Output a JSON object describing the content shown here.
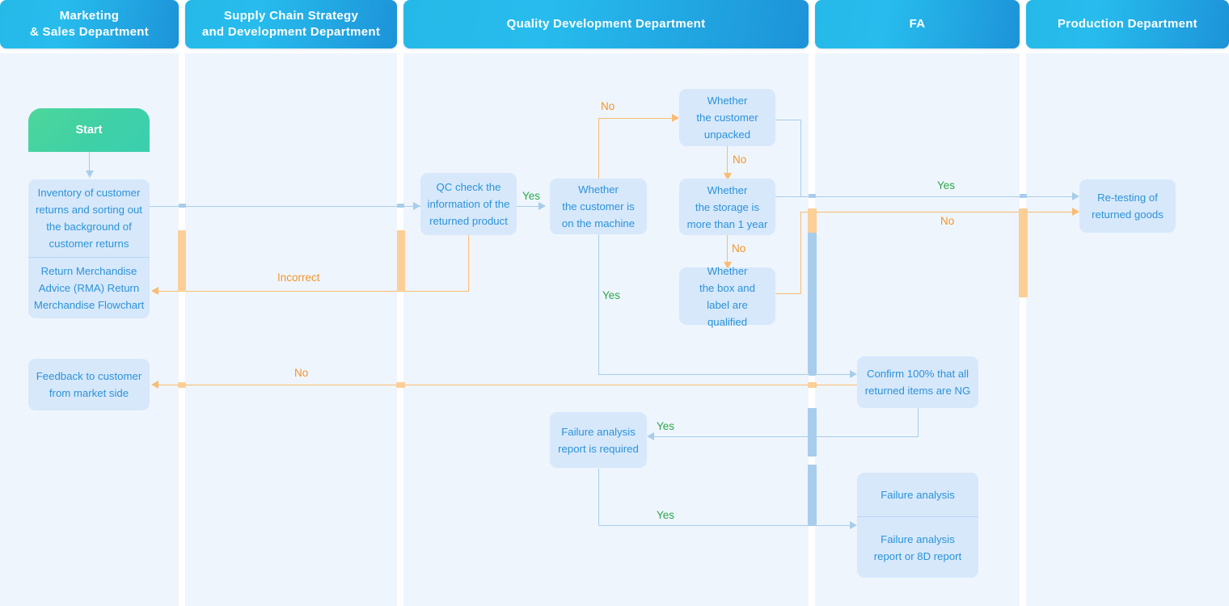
{
  "title": "Return Merchandise Advice (RMA) Return Merchandise Flowchart",
  "colors": {
    "lane_header_from": "#25b9e8",
    "lane_header_to": "#1d93d8",
    "lane_body": "#eff5fd",
    "node_fill": "#d7e8fb",
    "node_text": "#2b93d8",
    "start_fill": "#45d3a0",
    "flow_blue": "#a8cdec",
    "flow_orange": "#f9bc72",
    "yes_label": "#2ba84a",
    "no_label": "#f0962a"
  },
  "lanes": [
    {
      "id": "marketing",
      "title": "Marketing\n& Sales Department"
    },
    {
      "id": "supply",
      "title": "Supply Chain Strategy\nand Development Department"
    },
    {
      "id": "quality",
      "title": "Quality Development Department"
    },
    {
      "id": "fa",
      "title": "FA"
    },
    {
      "id": "production",
      "title": "Production Department"
    }
  ],
  "nodes": {
    "start": "Start",
    "inventory": "Inventory of customer\nreturns and sorting out\nthe background of\ncustomer returns",
    "rma": "Return Merchandise\nAdvice (RMA) Return\nMerchandise Flowchart",
    "feedback": "Feedback to customer\nfrom market side",
    "qc_check": "QC check the\ninformation of the\nreturned product",
    "on_machine": "Whether\nthe customer is\non the machine",
    "unpacked": "Whether\nthe customer\nunpacked",
    "storage": "Whether\nthe storage is\nmore than 1 year",
    "box_label": "Whether\nthe box and\nlabel are qualified",
    "confirm_ng": "Confirm 100% that all\nreturned items are NG",
    "fa_report_required": "Failure analysis\nreport is required",
    "failure_analysis": "Failure analysis",
    "fa_report_8d": "Failure analysis\nreport or 8D report",
    "retesting": "Re-testing of\nreturned goods"
  },
  "edge_labels": {
    "qc_yes": "Yes",
    "machine_no": "No",
    "machine_yes": "Yes",
    "unpacked_no": "No",
    "storage_no": "No",
    "incorrect": "Incorrect",
    "feedback_no": "No",
    "retest_yes": "Yes",
    "retest_no": "No",
    "fa_required_yes": "Yes",
    "fa_do_yes": "Yes"
  }
}
